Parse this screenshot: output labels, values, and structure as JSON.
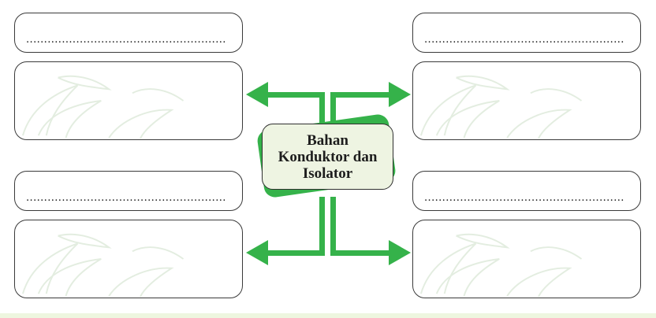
{
  "center": {
    "label": "Bahan\nKonduktor dan\nIsolator"
  },
  "title_boxes": [
    {
      "id": "top-left",
      "text": "........................................................"
    },
    {
      "id": "top-right",
      "text": "........................................................"
    },
    {
      "id": "bottom-left",
      "text": "........................................................"
    },
    {
      "id": "bottom-right",
      "text": "........................................................"
    }
  ],
  "colors": {
    "arrow": "#35b24a",
    "center_fill": "#eef4e2",
    "watermark": "#e6efe1"
  },
  "icons": {
    "watermark": "leaf-watermark-icon"
  }
}
